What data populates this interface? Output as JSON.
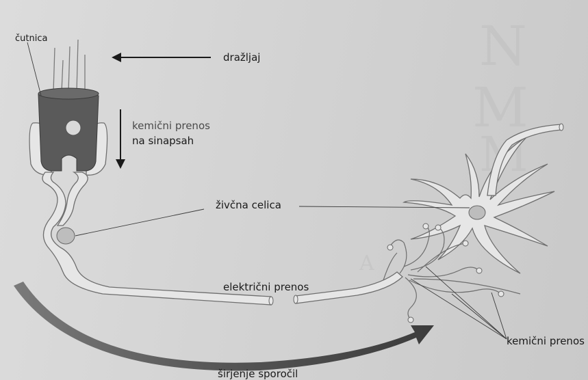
{
  "labels": {
    "receptor": "čutnica",
    "stimulus": "dražljaj",
    "chemical_transfer_line1": "kemični prenos",
    "chemical_transfer_line2": "na sinapsah",
    "nerve_cell": "živčna celica",
    "electrical_transfer": "električni prenos",
    "chemical_transfer_bottom": "kemični prenos",
    "signal_spread": "širjenje sporočil"
  },
  "colors": {
    "background": "#d4d4d4",
    "receptor_fill": "#5a5a5a",
    "cell_outline": "#6e6e6e",
    "big_arrow": "#4d4d4d"
  }
}
